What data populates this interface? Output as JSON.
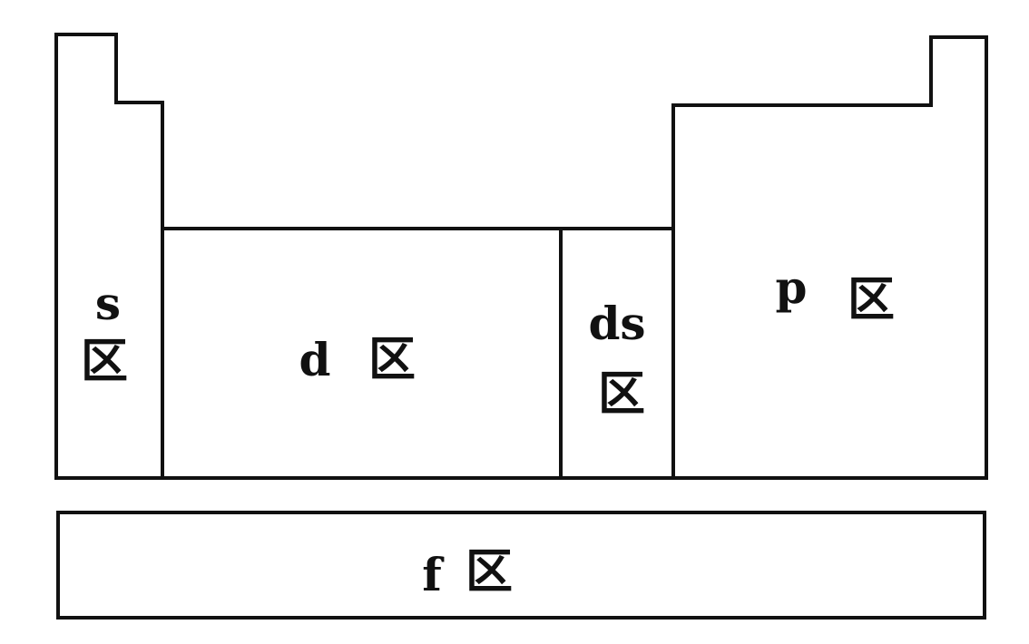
{
  "title": "",
  "line_color": "#111111",
  "background": "#ffffff",
  "blocks": {
    "s": {
      "letter": "s",
      "char": "区"
    },
    "d": {
      "letter": "d",
      "char": "区"
    },
    "ds": {
      "letter": "ds",
      "char": "区"
    },
    "p": {
      "letter": "p",
      "char": "区"
    },
    "f": {
      "letter": "f",
      "char": "区"
    }
  }
}
